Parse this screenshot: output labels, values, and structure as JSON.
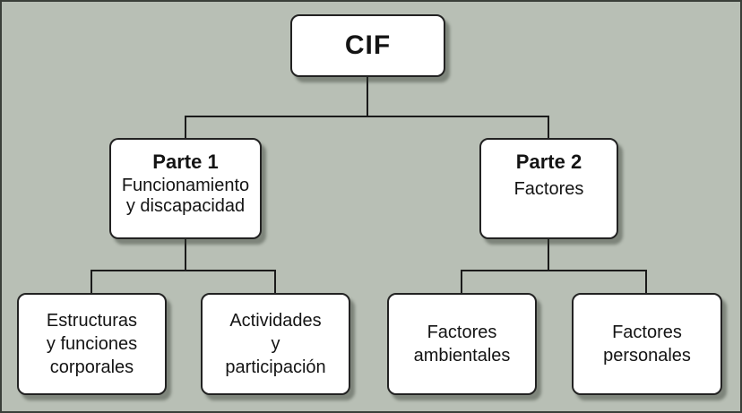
{
  "colors": {
    "background": "#b8bfb5",
    "box_fill": "#ffffff",
    "box_border": "#222222",
    "connector": "#1b1b1b"
  },
  "nodes": {
    "cif": "CIF",
    "parte1_title": "Parte 1",
    "parte1_body": "Funcionamiento\ny discapacidad",
    "parte2_title": "Parte 2",
    "parte2_body": "Factores",
    "estructuras": "Estructuras\ny funciones\ncorporales",
    "actividades": "Actividades\ny\nparticipación",
    "ambientales": "Factores\nambientales",
    "personales": "Factores\npersonales"
  }
}
